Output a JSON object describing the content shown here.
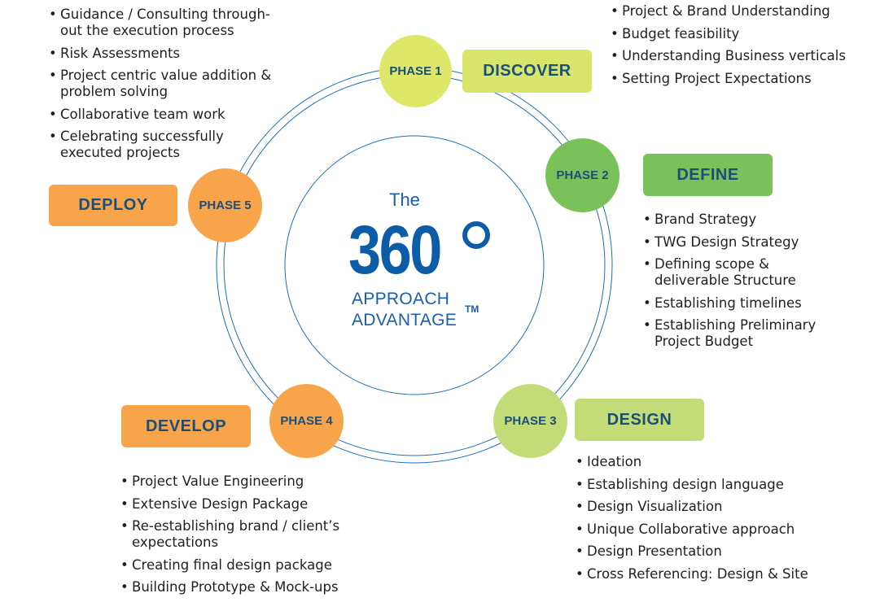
{
  "center": {
    "the": "The",
    "number": "360",
    "line1": "APPROACH",
    "line2": "ADVANTAGE",
    "tm": "TM"
  },
  "colors": {
    "ring": "#1e6fb5",
    "text_dark": "#1b4f7a",
    "phase1": "#dde86a",
    "discover": "#d7e66a",
    "phase2": "#79c25a",
    "define": "#79c25a",
    "phase3": "#c4dc78",
    "design": "#c4dc78",
    "phase4": "#f7a44a",
    "develop": "#f7a44a",
    "phase5": "#f7a44a",
    "deploy": "#f7a44a"
  },
  "phases": [
    {
      "id": "phase1",
      "label": "PHASE 1",
      "stage": "DISCOVER",
      "items": [
        "Project & Brand Understanding",
        "Budget feasibility",
        "Understanding Business verticals",
        "Setting Project Expectations"
      ]
    },
    {
      "id": "phase2",
      "label": "PHASE 2",
      "stage": "DEFINE",
      "items": [
        "Brand Strategy",
        "TWG Design Strategy",
        "Defining scope & deliverable Structure",
        "Establishing timelines",
        "Establishing Preliminary Project Budget"
      ]
    },
    {
      "id": "phase3",
      "label": "PHASE 3",
      "stage": "DESIGN",
      "items": [
        "Ideation",
        "Establishing design language",
        "Design Visualization",
        "Unique Collaborative approach",
        "Design Presentation",
        "Cross Referencing: Design & Site"
      ]
    },
    {
      "id": "phase4",
      "label": "PHASE 4",
      "stage": "DEVELOP",
      "items": [
        "Project Value Engineering",
        "Extensive Design Package",
        "Re-establishing brand / client’s expectations",
        "Creating final design package",
        "Building Prototype & Mock-ups"
      ]
    },
    {
      "id": "phase5",
      "label": "PHASE 5",
      "stage": "DEPLOY",
      "items": [
        "Guidance / Consulting through-out the execution process",
        "Risk Assessments",
        "Project centric value addition & problem solving",
        "Collaborative team work",
        "Celebrating successfully executed projects"
      ]
    }
  ]
}
